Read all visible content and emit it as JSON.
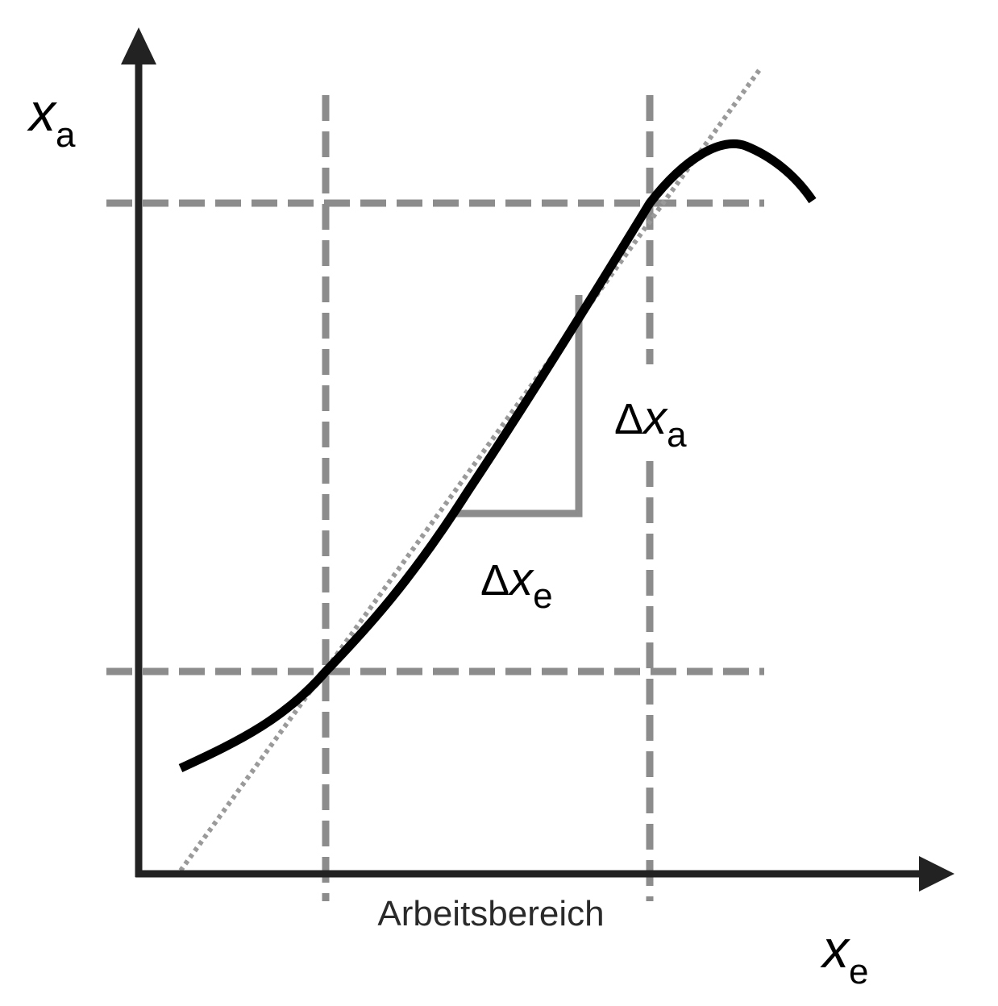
{
  "labels": {
    "y_axis": {
      "main": "x",
      "sub": "a"
    },
    "x_axis": {
      "main": "x",
      "sub": "e"
    },
    "delta_a": {
      "delta": "Δ",
      "main": "x",
      "sub": "a"
    },
    "delta_e": {
      "delta": "Δ",
      "main": "x",
      "sub": "e"
    },
    "working_range": "Arbeitsbereich"
  },
  "colors": {
    "axis": "#222222",
    "curve": "#000000",
    "guide_lines": "#8c8c8c",
    "tangent_line": "#9a9a9a",
    "slope_triangle": "#8c8c8c"
  }
}
